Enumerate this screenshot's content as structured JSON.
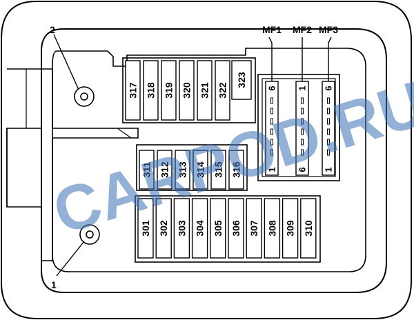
{
  "callouts": {
    "top": "2",
    "bottom": "1"
  },
  "upper_fuses": [
    "317",
    "318",
    "319",
    "320",
    "321",
    "322"
  ],
  "fuse_323": "323",
  "middle_fuses": [
    "311",
    "312",
    "313",
    "314",
    "315",
    "316"
  ],
  "lower_fuses": [
    "301",
    "302",
    "303",
    "304",
    "305",
    "306",
    "307",
    "308",
    "309",
    "310"
  ],
  "maxi_fuses": [
    {
      "name": "MF1",
      "top_pin": "6",
      "bottom_pin": "1"
    },
    {
      "name": "MF2",
      "top_pin": "1",
      "bottom_pin": "6"
    },
    {
      "name": "MF3",
      "top_pin": "6",
      "bottom_pin": "1"
    }
  ],
  "watermark": "CARPOD.RU",
  "colors": {
    "line": "#000000",
    "watermark": "#3a6fb5",
    "background": "#ffffff"
  }
}
